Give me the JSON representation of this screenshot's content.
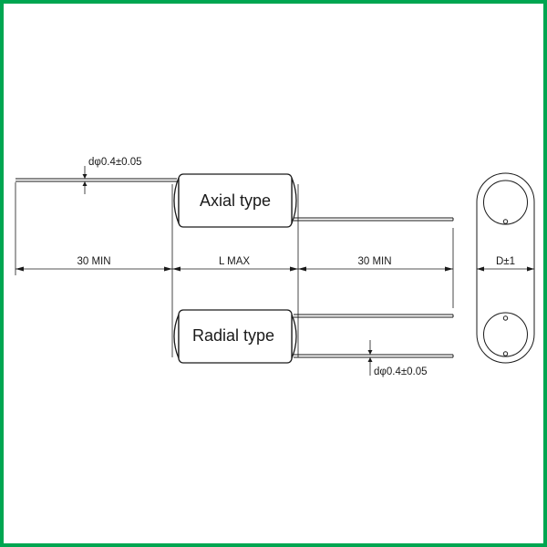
{
  "colors": {
    "border": "#00a651",
    "stroke": "#1a1a1a"
  },
  "labels": {
    "axial": "Axial type",
    "radial": "Radial type",
    "lead_dia_top": "dφ0.4±0.05",
    "lead_dia_bottom": "dφ0.4±0.05",
    "left_lead": "30 MIN",
    "body_len": "L MAX",
    "right_lead": "30 MIN",
    "diameter": "D±1"
  }
}
